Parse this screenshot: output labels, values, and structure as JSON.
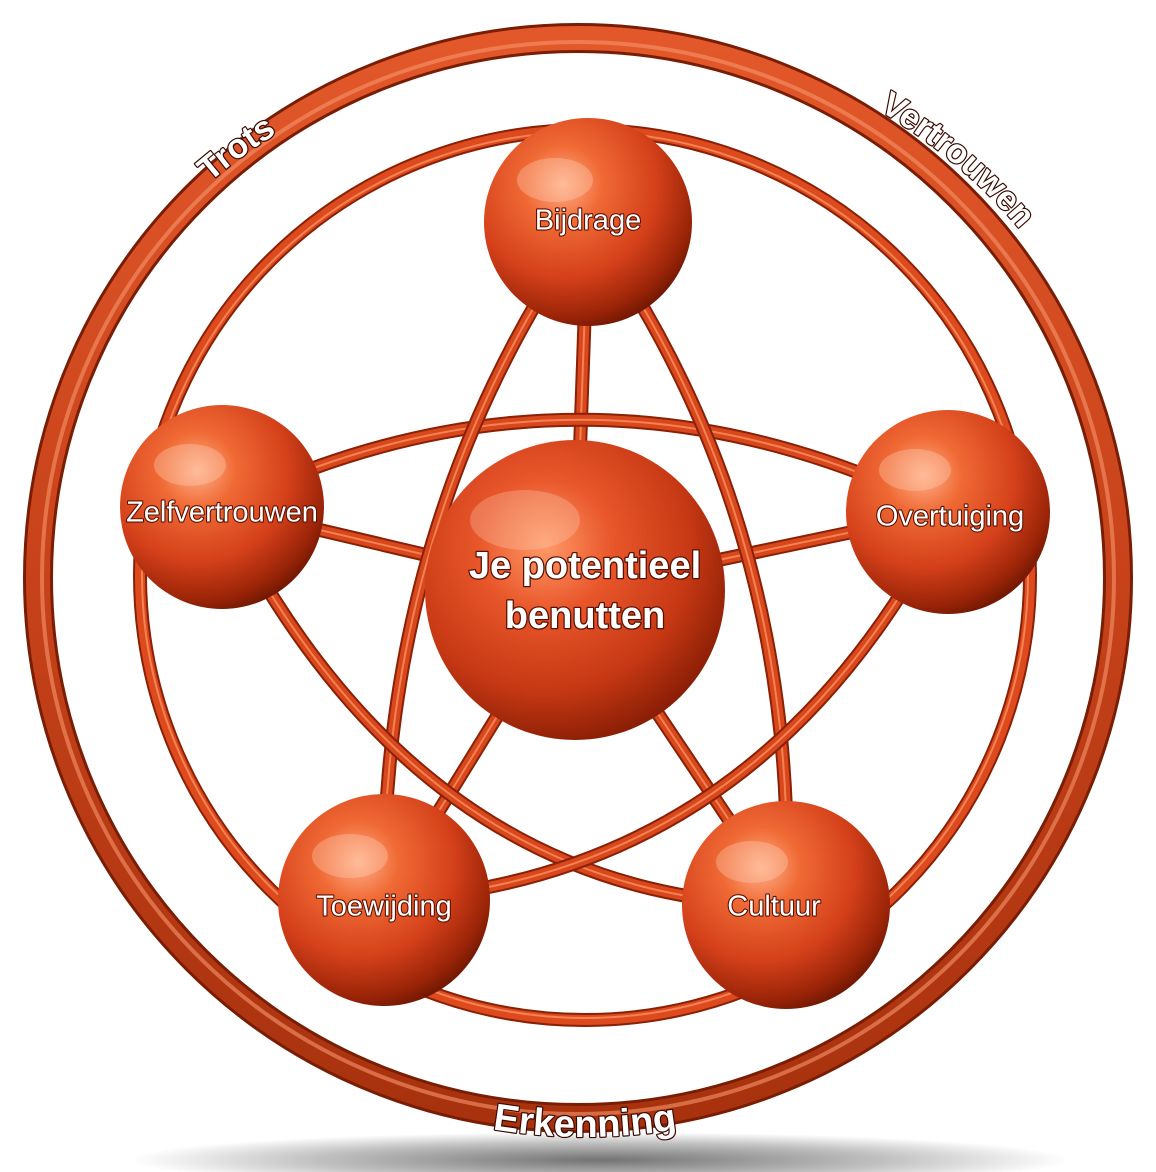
{
  "diagram": {
    "center_label_lines": [
      "Je potentieel",
      "benutten"
    ],
    "nodes": [
      {
        "id": "bijdrage",
        "label": "Bijdrage"
      },
      {
        "id": "overtuiging",
        "label": "Overtuiging"
      },
      {
        "id": "cultuur",
        "label": "Cultuur"
      },
      {
        "id": "toewijding",
        "label": "Toewijding"
      },
      {
        "id": "zelfvertrouwen",
        "label": "Zelfvertrouwen"
      }
    ],
    "outer_ring_labels": {
      "top_left": "Trots",
      "top_right": "Vertrouwen",
      "bottom": "Erkenning"
    },
    "colors": {
      "sphere_light": "#ff8a50",
      "sphere_mid": "#e0441a",
      "sphere_dark": "#7a1a05",
      "tube": "#d8481c",
      "tube_highlight": "#ff9a6a"
    }
  }
}
